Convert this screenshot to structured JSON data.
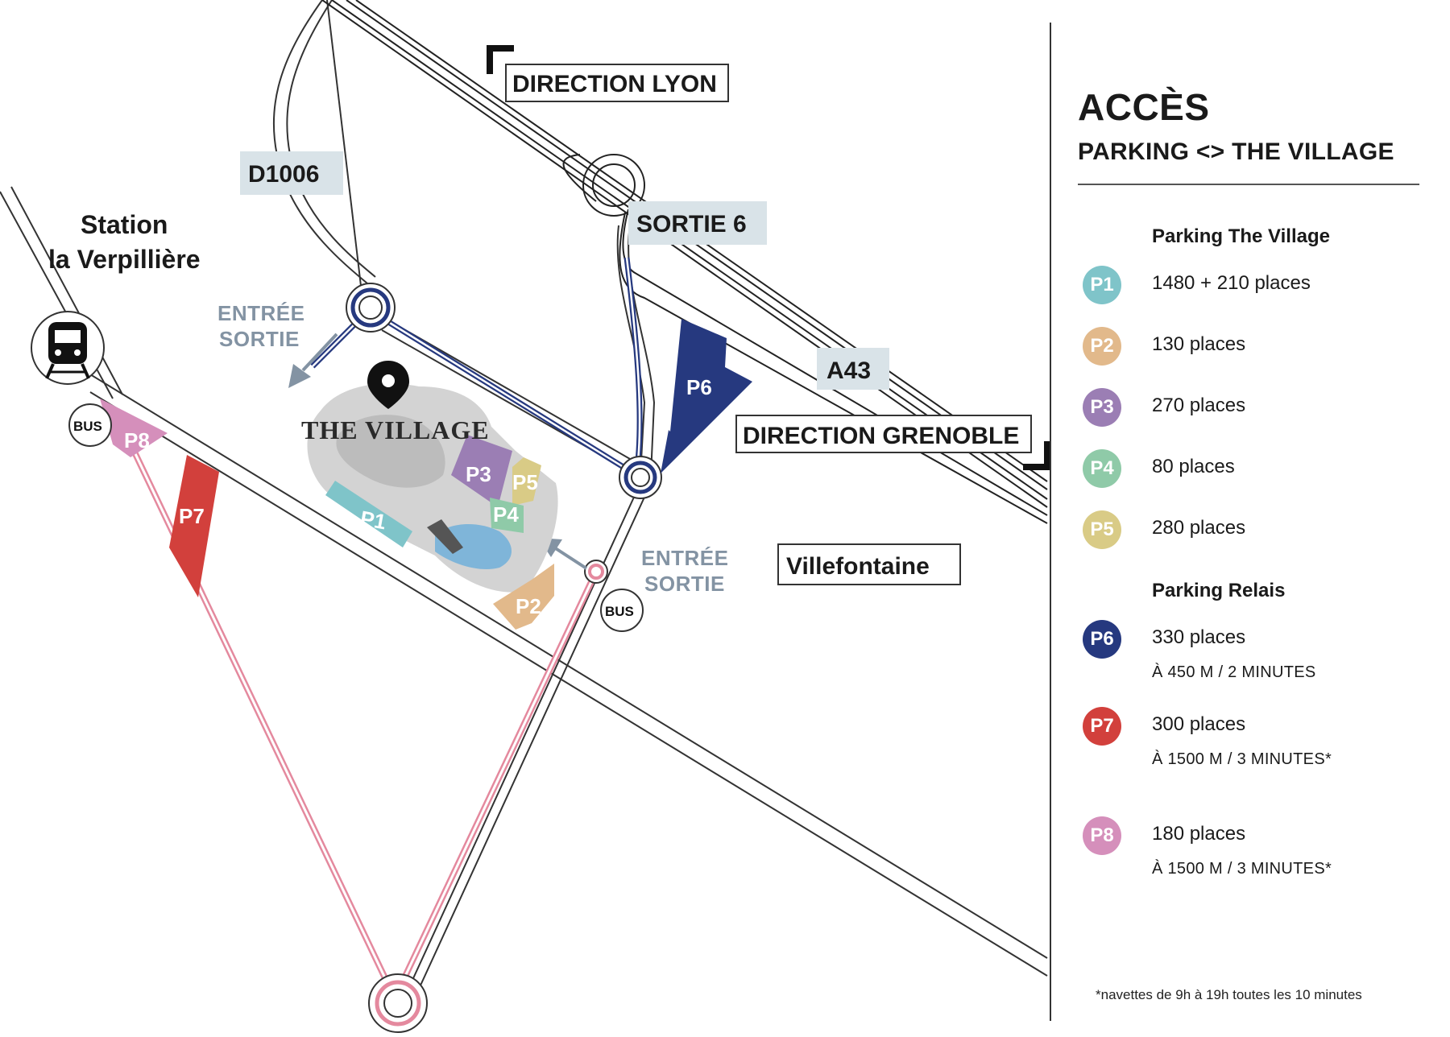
{
  "map": {
    "station": {
      "line1": "Station",
      "line2": "la Verpillière"
    },
    "road_signs": {
      "d1006": "D1006",
      "sortie6": "SORTIE 6",
      "a43": "A43",
      "direction_lyon": "DIRECTION LYON",
      "direction_grenoble": "DIRECTION GRENOBLE",
      "villefontaine": "Villefontaine"
    },
    "entree_sortie_left": {
      "line1": "ENTRÉE",
      "line2": "SORTIE"
    },
    "entree_sortie_right": {
      "line1": "ENTRÉE",
      "line2": "SORTIE"
    },
    "village_label": "THE VILLAGE",
    "bus_label": "BUS",
    "parkings": {
      "p1": "P1",
      "p2": "P2",
      "p3": "P3",
      "p4": "P4",
      "p5": "P5",
      "p6": "P6",
      "p7": "P7",
      "p8": "P8"
    },
    "colors": {
      "p1": "#7fc4c9",
      "p2": "#e2b98b",
      "p3": "#9b7eb4",
      "p4": "#8fcaa8",
      "p5": "#d9cb86",
      "p6": "#26397f",
      "p7": "#d2403c",
      "p8": "#d58fbb",
      "sign_bg": "#d9e3e8",
      "entree": "#8393a3"
    }
  },
  "legend": {
    "title": "ACCÈS",
    "subtitle": "PARKING <> THE VILLAGE",
    "village_heading": "Parking The Village",
    "village_items": [
      {
        "badge": "P1",
        "label": "1480 + 210 places",
        "color": "#7fc4c9"
      },
      {
        "badge": "P2",
        "label": "130 places",
        "color": "#e2b98b"
      },
      {
        "badge": "P3",
        "label": "270 places",
        "color": "#9b7eb4"
      },
      {
        "badge": "P4",
        "label": "80 places",
        "color": "#8fcaa8"
      },
      {
        "badge": "P5",
        "label": "280 places",
        "color": "#d9cb86"
      }
    ],
    "relais_heading": "Parking Relais",
    "relais_items": [
      {
        "badge": "P6",
        "label": "330 places",
        "sub": "À 450 M / 2 MINUTES",
        "color": "#26397f"
      },
      {
        "badge": "P7",
        "label": "300 places",
        "sub": "À 1500 M /  3 MINUTES*",
        "color": "#d2403c"
      },
      {
        "badge": "P8",
        "label": "180 places",
        "sub": "À 1500 M / 3 MINUTES*",
        "color": "#d58fbb"
      }
    ],
    "footnote": "*navettes de 9h à 19h toutes les 10 minutes"
  }
}
